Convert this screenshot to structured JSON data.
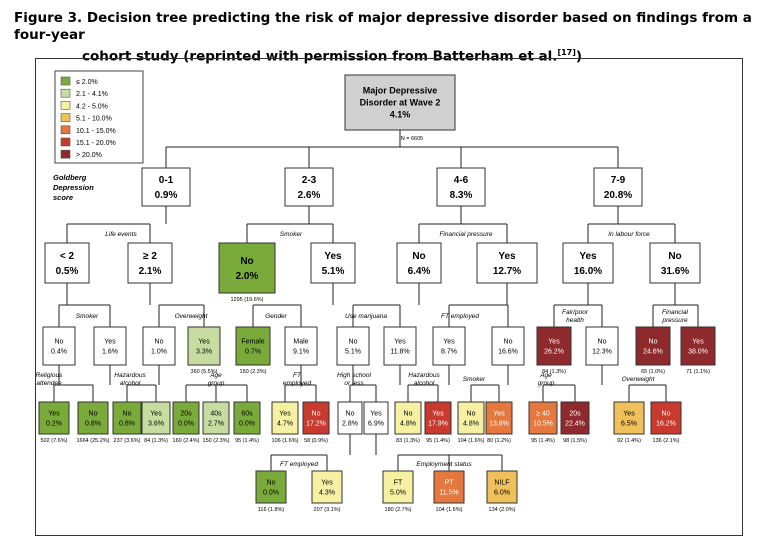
{
  "title": {
    "line1": "Figure 3. Decision tree predicting the risk of major depressive disorder based on findings from a four-year",
    "line2": "cohort study (reprinted with permission from Batterham et al.",
    "ref": "[17]",
    "close": ")"
  },
  "colors": {
    "c1": "#7aab3a",
    "c2": "#c7dca0",
    "c3": "#f6f0a3",
    "c4": "#f0c05a",
    "c5": "#e4783f",
    "c6": "#c83a2e",
    "c7": "#8e2a2c",
    "root": "#d0d0d0",
    "white": "#ffffff"
  },
  "legend": [
    {
      "label": "≤ 2.0%",
      "color": "c1"
    },
    {
      "label": "2.1 - 4.1%",
      "color": "c2"
    },
    {
      "label": "4.2 - 5.0%",
      "color": "c3"
    },
    {
      "label": "5.1 - 10.0%",
      "color": "c4"
    },
    {
      "label": "10.1 - 15.0%",
      "color": "c5"
    },
    {
      "label": "15.1 - 20.0%",
      "color": "c6"
    },
    {
      "label": "> 20.0%",
      "color": "c7"
    }
  ],
  "side_label": [
    "Goldberg",
    "Depression",
    "score"
  ],
  "split_labels": [
    {
      "lines": [
        "Life events"
      ]
    },
    {
      "lines": [
        "Smoker"
      ]
    },
    {
      "lines": [
        "Financial pressure"
      ]
    },
    {
      "lines": [
        "In labour force"
      ]
    },
    {
      "lines": [
        "Smoker"
      ]
    },
    {
      "lines": [
        "Overweight"
      ]
    },
    {
      "lines": [
        "Gender"
      ]
    },
    {
      "lines": [
        "Use marijuana"
      ]
    },
    {
      "lines": [
        "FT employed"
      ]
    },
    {
      "lines": [
        "Fair/poor",
        "health"
      ]
    },
    {
      "lines": [
        "Financial",
        "pressure"
      ]
    },
    {
      "lines": [
        "Religious",
        "attendee"
      ]
    },
    {
      "lines": [
        "Hazardous",
        "alcohol"
      ]
    },
    {
      "lines": [
        "Age",
        "group"
      ]
    },
    {
      "lines": [
        "FT",
        "employed"
      ]
    },
    {
      "lines": [
        "High school",
        "or less"
      ]
    },
    {
      "lines": [
        "Hazardous",
        "alcohol"
      ]
    },
    {
      "lines": [
        "Smoker"
      ]
    },
    {
      "lines": [
        "Age",
        "group"
      ]
    },
    {
      "lines": [
        "Overweight"
      ]
    },
    {
      "lines": [
        "FT employed"
      ]
    },
    {
      "lines": [
        "Employment status"
      ]
    }
  ],
  "nodes": [
    {
      "id": "root",
      "lines": [
        "Major Depressive",
        "Disorder at Wave 2",
        "4.1%"
      ],
      "color": "root",
      "note": "N = 6605"
    },
    {
      "id": "g01",
      "lines": [
        "0-1",
        "0.9%"
      ],
      "color": "white"
    },
    {
      "id": "g23",
      "lines": [
        "2-3",
        "2.6%"
      ],
      "color": "white"
    },
    {
      "id": "g46",
      "lines": [
        "4-6",
        "8.3%"
      ],
      "color": "white"
    },
    {
      "id": "g79",
      "lines": [
        "7-9",
        "20.8%"
      ],
      "color": "white"
    },
    {
      "id": "le_lt2",
      "lines": [
        "< 2",
        "0.5%"
      ],
      "color": "white"
    },
    {
      "id": "le_ge2",
      "lines": [
        "≥ 2",
        "2.1%"
      ],
      "color": "white"
    },
    {
      "id": "sm_no",
      "lines": [
        "No",
        "2.0%"
      ],
      "color": "c1",
      "note": "1295 (19.6%)"
    },
    {
      "id": "sm_yes",
      "lines": [
        "Yes",
        "5.1%"
      ],
      "color": "white"
    },
    {
      "id": "fp_no",
      "lines": [
        "No",
        "6.4%"
      ],
      "color": "white"
    },
    {
      "id": "fp_yes",
      "lines": [
        "Yes",
        "12.7%"
      ],
      "color": "white"
    },
    {
      "id": "lf_yes",
      "lines": [
        "Yes",
        "16.0%"
      ],
      "color": "white"
    },
    {
      "id": "lf_no",
      "lines": [
        "No",
        "31.6%"
      ],
      "color": "white"
    },
    {
      "id": "a_no",
      "lines": [
        "No",
        "0.4%"
      ],
      "color": "white"
    },
    {
      "id": "a_yes",
      "lines": [
        "Yes",
        "1.6%"
      ],
      "color": "white"
    },
    {
      "id": "b_no",
      "lines": [
        "No",
        "1.0%"
      ],
      "color": "white"
    },
    {
      "id": "b_yes",
      "lines": [
        "Yes",
        "3.3%"
      ],
      "color": "c2",
      "note": "360 (5.5%)"
    },
    {
      "id": "c_fem",
      "lines": [
        "Female",
        "0.7%"
      ],
      "color": "c1",
      "note": "150 (2.3%)"
    },
    {
      "id": "c_male",
      "lines": [
        "Male",
        "9.1%"
      ],
      "color": "white"
    },
    {
      "id": "d_no",
      "lines": [
        "No",
        "5.1%"
      ],
      "color": "white"
    },
    {
      "id": "d_yes",
      "lines": [
        "Yes",
        "11.8%"
      ],
      "color": "white"
    },
    {
      "id": "e_yes",
      "lines": [
        "Yes",
        "8.7%"
      ],
      "color": "white"
    },
    {
      "id": "e_no",
      "lines": [
        "No",
        "16.6%"
      ],
      "color": "white"
    },
    {
      "id": "f_yes",
      "lines": [
        "Yes",
        "26.2%"
      ],
      "color": "c7",
      "note": "84 (1.3%)"
    },
    {
      "id": "f_no",
      "lines": [
        "No",
        "12.3%"
      ],
      "color": "white"
    },
    {
      "id": "h_no",
      "lines": [
        "No",
        "24.6%"
      ],
      "color": "c7",
      "note": "65 (1.0%)"
    },
    {
      "id": "h_yes",
      "lines": [
        "Yes",
        "38.0%"
      ],
      "color": "c7",
      "note": "71 (1.1%)"
    },
    {
      "id": "r_yes",
      "lines": [
        "Yes",
        "0.2%"
      ],
      "color": "c1",
      "note": "502 (7.6%)"
    },
    {
      "id": "r_no",
      "lines": [
        "No",
        "0.8%"
      ],
      "color": "c1",
      "note": "1664 (25.2%)"
    },
    {
      "id": "ha_no",
      "lines": [
        "No",
        "0.8%"
      ],
      "color": "c1",
      "note": "237 (3.6%)"
    },
    {
      "id": "ha_yes",
      "lines": [
        "Yes",
        "3.6%"
      ],
      "color": "c2",
      "note": "84 (1.3%)"
    },
    {
      "id": "ag_20",
      "lines": [
        "20s",
        "0.0%"
      ],
      "color": "c1",
      "note": "160 (2.4%)"
    },
    {
      "id": "ag_40",
      "lines": [
        "40s",
        "2.7%"
      ],
      "color": "c2",
      "note": "150 (2.3%)"
    },
    {
      "id": "ag_60",
      "lines": [
        "60s",
        "0.0%"
      ],
      "color": "c1",
      "note": "95 (1.4%)"
    },
    {
      "id": "ft_yes",
      "lines": [
        "Yes",
        "4.7%"
      ],
      "color": "c3",
      "note": "106 (1.6%)"
    },
    {
      "id": "ft_no",
      "lines": [
        "No",
        "17.2%"
      ],
      "color": "c6",
      "note": "58 (0.9%)"
    },
    {
      "id": "hs_no",
      "lines": [
        "No",
        "2.8%"
      ],
      "color": "white"
    },
    {
      "id": "hs_yes",
      "lines": [
        "Yes",
        "6.9%"
      ],
      "color": "white"
    },
    {
      "id": "hz_no",
      "lines": [
        "No",
        "4.8%"
      ],
      "color": "c3",
      "note": "83 (1.3%)"
    },
    {
      "id": "hz_yes",
      "lines": [
        "Yes",
        "17.9%"
      ],
      "color": "c6",
      "note": "95 (1.4%)"
    },
    {
      "id": "s2_no",
      "lines": [
        "No",
        "4.8%"
      ],
      "color": "c3",
      "note": "104 (1.6%)"
    },
    {
      "id": "s2_yes",
      "lines": [
        "Yes",
        "13.8%"
      ],
      "color": "c5",
      "note": "80 (1.2%)"
    },
    {
      "id": "ag2_40",
      "lines": [
        "≥ 40",
        "10.5%"
      ],
      "color": "c5",
      "note": "95 (1.4%)"
    },
    {
      "id": "ag2_20",
      "lines": [
        "20s",
        "22.4%"
      ],
      "color": "c7",
      "note": "98 (1.5%)"
    },
    {
      "id": "ow_yes",
      "lines": [
        "Yes",
        "6.5%"
      ],
      "color": "c4",
      "note": "92 (1.4%)"
    },
    {
      "id": "ow_no",
      "lines": [
        "No",
        "16.2%"
      ],
      "color": "c6",
      "note": "136 (2.1%)"
    },
    {
      "id": "fe_no",
      "lines": [
        "No",
        "0.0%"
      ],
      "color": "c1",
      "note": "116 (1.8%)"
    },
    {
      "id": "fe_yes",
      "lines": [
        "Yes",
        "4.3%"
      ],
      "color": "c3",
      "note": "207 (3.1%)"
    },
    {
      "id": "es_ft",
      "lines": [
        "FT",
        "5.0%"
      ],
      "color": "c3",
      "note": "180 (2.7%)"
    },
    {
      "id": "es_pt",
      "lines": [
        "PT",
        "11.5%"
      ],
      "color": "c5",
      "note": "104 (1.6%)"
    },
    {
      "id": "es_nilf",
      "lines": [
        "NILF",
        "6.0%"
      ],
      "color": "c4",
      "note": "134 (2.0%)"
    }
  ]
}
